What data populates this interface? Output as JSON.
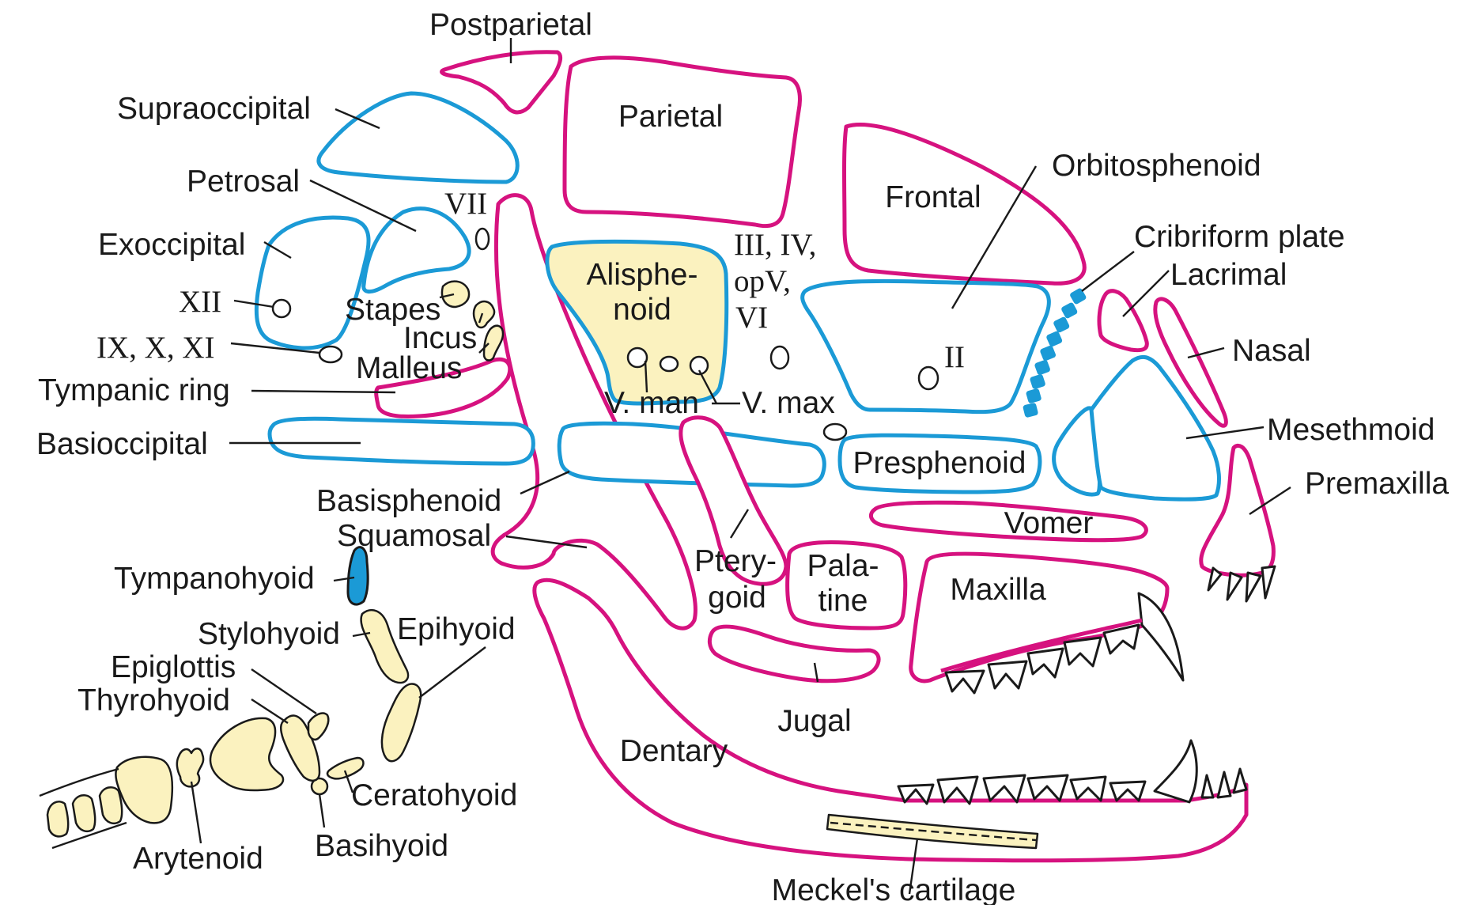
{
  "colors": {
    "dermal_bone": "#d6127f",
    "endochondral_bone": "#1b9ad6",
    "cartilage": "#fbf2bf",
    "outline": "#1a1a1a"
  },
  "labels": {
    "postparietal": "Postparietal",
    "supraoccipital": "Supraoccipital",
    "parietal": "Parietal",
    "petrosal": "Petrosal",
    "exoccipital": "Exoccipital",
    "frontal": "Frontal",
    "orbitosphenoid": "Orbitosphenoid",
    "cribriform_plate": "Cribriform plate",
    "lacrimal": "Lacrimal",
    "nasal": "Nasal",
    "mesethmoid": "Mesethmoid",
    "premaxilla": "Premaxilla",
    "stapes": "Stapes",
    "incus": "Incus",
    "malleus": "Malleus",
    "tympanic_ring": "Tympanic ring",
    "basioccipital": "Basioccipital",
    "basisphenoid": "Basisphenoid",
    "squamosal": "Squamosal",
    "alisphenoid": [
      "Alisphe-",
      "noid"
    ],
    "presphenoid": "Presphenoid",
    "vomer": "Vomer",
    "pterygoid": [
      "Ptery-",
      "goid"
    ],
    "palatine": [
      "Pala-",
      "tine"
    ],
    "maxilla": "Maxilla",
    "jugal": "Jugal",
    "dentary": "Dentary",
    "meckels_cartilage": "Meckel's cartilage",
    "tympanohyoid": "Tympanohyoid",
    "stylohyoid": "Stylohyoid",
    "epihyoid": "Epihyoid",
    "epiglottis": "Epiglottis",
    "thyrohyoid": "Thyrohyoid",
    "ceratohyoid": "Ceratohyoid",
    "basihyoid": "Basihyoid",
    "arytenoid": "Arytenoid",
    "v_man": "V. man",
    "v_max": "V. max"
  },
  "nerves": {
    "vii": "VII",
    "xii": "XII",
    "ix_x_xi": "IX, X, XI",
    "iii_iv": "III, IV,",
    "opv": "opV,",
    "vi": "VI",
    "ii": "II"
  }
}
